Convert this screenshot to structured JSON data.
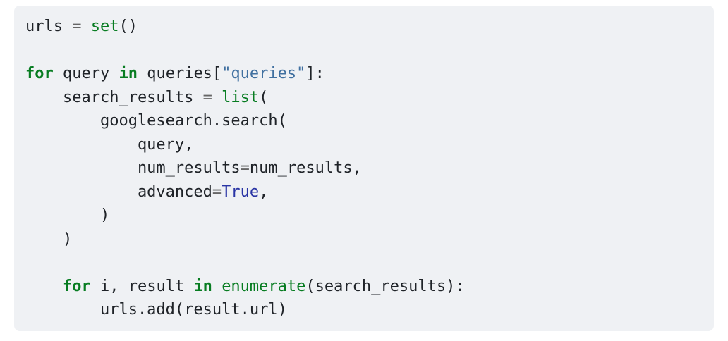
{
  "code_block": {
    "language": "python",
    "colors": {
      "page_background": "#ffffff",
      "block_background": "#eff1f4",
      "text": "#1f2328",
      "keyword": "#077c21",
      "builtin": "#077c21",
      "string": "#4070a0",
      "constant": "#2a35a5",
      "operator": "#666666"
    },
    "lines": [
      {
        "tokens": [
          {
            "t": "plain",
            "v": "urls "
          },
          {
            "t": "op",
            "v": "="
          },
          {
            "t": "plain",
            "v": " "
          },
          {
            "t": "builtin",
            "v": "set"
          },
          {
            "t": "plain",
            "v": "()"
          }
        ]
      },
      {
        "tokens": []
      },
      {
        "tokens": [
          {
            "t": "kw",
            "v": "for"
          },
          {
            "t": "plain",
            "v": " query "
          },
          {
            "t": "kw",
            "v": "in"
          },
          {
            "t": "plain",
            "v": " queries["
          },
          {
            "t": "str",
            "v": "\"queries\""
          },
          {
            "t": "plain",
            "v": "]:"
          }
        ]
      },
      {
        "tokens": [
          {
            "t": "plain",
            "v": "    search_results "
          },
          {
            "t": "op",
            "v": "="
          },
          {
            "t": "plain",
            "v": " "
          },
          {
            "t": "builtin",
            "v": "list"
          },
          {
            "t": "plain",
            "v": "("
          }
        ]
      },
      {
        "tokens": [
          {
            "t": "plain",
            "v": "        googlesearch.search("
          }
        ]
      },
      {
        "tokens": [
          {
            "t": "plain",
            "v": "            query,"
          }
        ]
      },
      {
        "tokens": [
          {
            "t": "plain",
            "v": "            num_results"
          },
          {
            "t": "op",
            "v": "="
          },
          {
            "t": "plain",
            "v": "num_results,"
          }
        ]
      },
      {
        "tokens": [
          {
            "t": "plain",
            "v": "            advanced"
          },
          {
            "t": "op",
            "v": "="
          },
          {
            "t": "const",
            "v": "True"
          },
          {
            "t": "plain",
            "v": ","
          }
        ]
      },
      {
        "tokens": [
          {
            "t": "plain",
            "v": "        )"
          }
        ]
      },
      {
        "tokens": [
          {
            "t": "plain",
            "v": "    )"
          }
        ]
      },
      {
        "tokens": []
      },
      {
        "tokens": [
          {
            "t": "plain",
            "v": "    "
          },
          {
            "t": "kw",
            "v": "for"
          },
          {
            "t": "plain",
            "v": " i, result "
          },
          {
            "t": "kw",
            "v": "in"
          },
          {
            "t": "plain",
            "v": " "
          },
          {
            "t": "builtin",
            "v": "enumerate"
          },
          {
            "t": "plain",
            "v": "(search_results):"
          }
        ]
      },
      {
        "tokens": [
          {
            "t": "plain",
            "v": "        urls.add(result.url)"
          }
        ]
      }
    ]
  }
}
